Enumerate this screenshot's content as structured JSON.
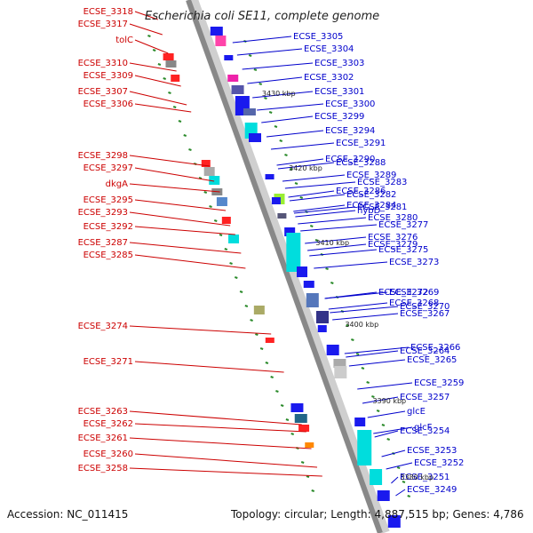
{
  "title": "Escherichia coli SE11, complete genome",
  "footer": {
    "accession": "Accession: NC_011415",
    "topology": "Topology: circular; Length: 4,887,515 bp; Genes: 4,786"
  },
  "colors": {
    "reverse_strand_label": "#cc0000",
    "forward_strand_label": "#0000cc",
    "backbone": "#888888",
    "tick": "#2a8a2a"
  },
  "kbp_markers": [
    "3430 kbp",
    "3420 kbp",
    "3410 kbp",
    "3400 kbp",
    "3390 kbp",
    "3380 kbp"
  ],
  "left_labels": [
    "ECSE_3318",
    "ECSE_3317",
    "tolC",
    "ECSE_3310",
    "ECSE_3309",
    "ECSE_3307",
    "ECSE_3306",
    "ECSE_3298",
    "ECSE_3297",
    "dkgA",
    "ECSE_3295",
    "ECSE_3293",
    "ECSE_3292",
    "ECSE_3287",
    "ECSE_3285",
    "ECSE_3274",
    "ECSE_3271",
    "ECSE_3263",
    "ECSE_3262",
    "ECSE_3261",
    "ECSE_3260",
    "ECSE_3258"
  ],
  "right_labels": [
    "ECSE_3305",
    "ECSE_3304",
    "ECSE_3303",
    "ECSE_3302",
    "ECSE_3301",
    "ECSE_3300",
    "ECSE_3299",
    "ECSE_3294",
    "ECSE_3291",
    "ECSE_3290",
    "ECSE_3288",
    "ECSE_3289",
    "ECSE_3286",
    "ECSE_3284",
    "ECSE_3283",
    "ECSE_3282",
    "ECSE_3281",
    "ECSE_3280",
    "hybD",
    "ECSE_3279",
    "ECSE_3277",
    "ECSE_3276",
    "ECSE_3275",
    "ECSE_3273",
    "ECSE_3272",
    "ECSE_3269",
    "ECSE_3270",
    "ECSE_3268",
    "ECSE_3267",
    "ECSE_3266",
    "ECSE_3264",
    "ECSE_3265",
    "ECSE_3259",
    "ECSE_3257",
    "glcE",
    "glcF",
    "ECSE_3254",
    "ECSE_3253",
    "ECSE_3252",
    "ECSE_3251",
    "ECSE_3249"
  ]
}
